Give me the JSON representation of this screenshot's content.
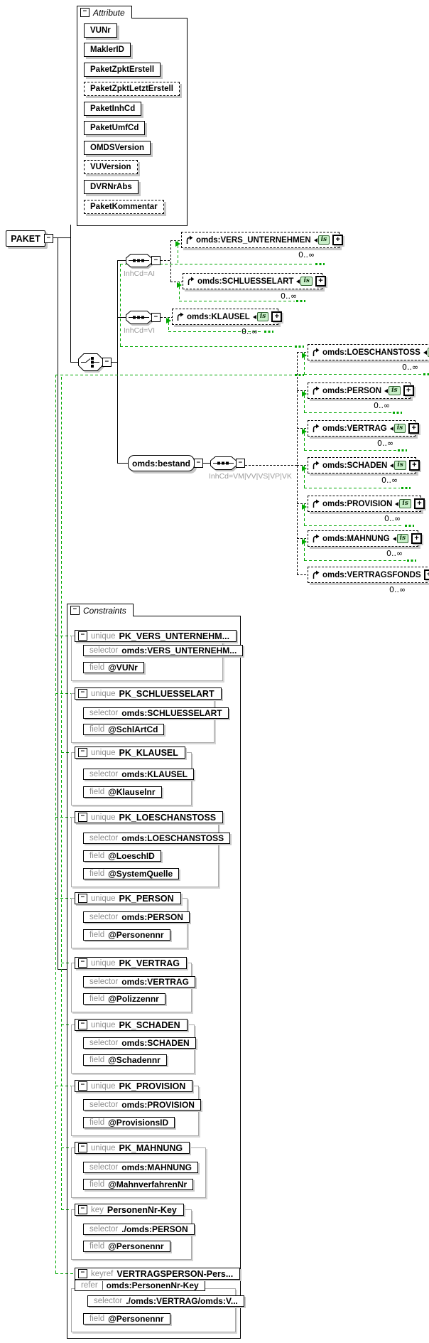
{
  "diagram": {
    "root": {
      "label": "PAKET"
    },
    "glyphs": {
      "collapse": "−",
      "expand": "+",
      "is_badge": "is"
    },
    "attributes": {
      "title": "Attribute",
      "items": [
        {
          "label": "VUNr",
          "optional": false
        },
        {
          "label": "MaklerID",
          "optional": false
        },
        {
          "label": "PaketZpktErstell",
          "optional": false
        },
        {
          "label": "PaketZpktLetztErstell",
          "optional": true
        },
        {
          "label": "PaketInhCd",
          "optional": false
        },
        {
          "label": "PaketUmfCd",
          "optional": false
        },
        {
          "label": "OMDSVersion",
          "optional": false
        },
        {
          "label": "VUVersion",
          "optional": true
        },
        {
          "label": "DVRNrAbs",
          "optional": false
        },
        {
          "label": "PaketKommentar",
          "optional": true
        }
      ]
    },
    "content_model": {
      "choice_branches": [
        {
          "type": "sequence",
          "condition": "InhCd=AI"
        },
        {
          "type": "sequence",
          "condition": "InhCd=VI"
        },
        {
          "type": "element",
          "label": "omds:bestand",
          "sequence_condition": "InhCd=VM|VV|VS|VP|VK"
        }
      ]
    },
    "elements": [
      {
        "label": "omds:VERS_UNTERNEHMEN",
        "occurs": "0..∞",
        "substitution": true
      },
      {
        "label": "omds:SCHLUESSELART",
        "occurs": "0..∞",
        "substitution": true
      },
      {
        "label": "omds:KLAUSEL",
        "occurs": "0..∞",
        "substitution": true
      },
      {
        "label": "omds:LOESCHANSTOSS",
        "occurs": "0..∞",
        "substitution": true
      },
      {
        "label": "omds:PERSON",
        "occurs": "0..∞",
        "substitution": true
      },
      {
        "label": "omds:VERTRAG",
        "occurs": "0..∞",
        "substitution": true
      },
      {
        "label": "omds:SCHADEN",
        "occurs": "0..∞",
        "substitution": true
      },
      {
        "label": "omds:PROVISION",
        "occurs": "0..∞",
        "substitution": true
      },
      {
        "label": "omds:MAHNUNG",
        "occurs": "0..∞",
        "substitution": true
      },
      {
        "label": "omds:VERTRAGSFONDS",
        "occurs": "0..∞",
        "substitution": false
      }
    ],
    "constraints": {
      "title": "Constraints",
      "keywords": {
        "selector": "selector",
        "field": "field",
        "refer": "refer"
      },
      "items": [
        {
          "kind": "unique",
          "name": "PK_VERS_UNTERNEHM...",
          "selector": "omds:VERS_UNTERNEHM...",
          "fields": [
            "@VUNr"
          ]
        },
        {
          "kind": "unique",
          "name": "PK_SCHLUESSELART",
          "selector": "omds:SCHLUESSELART",
          "fields": [
            "@SchlArtCd"
          ]
        },
        {
          "kind": "unique",
          "name": "PK_KLAUSEL",
          "selector": "omds:KLAUSEL",
          "fields": [
            "@Klauselnr"
          ]
        },
        {
          "kind": "unique",
          "name": "PK_LOESCHANSTOSS",
          "selector": "omds:LOESCHANSTOSS",
          "fields": [
            "@LoeschID",
            "@SystemQuelle"
          ]
        },
        {
          "kind": "unique",
          "name": "PK_PERSON",
          "selector": "omds:PERSON",
          "fields": [
            "@Personennr"
          ]
        },
        {
          "kind": "unique",
          "name": "PK_VERTRAG",
          "selector": "omds:VERTRAG",
          "fields": [
            "@Polizzennr"
          ]
        },
        {
          "kind": "unique",
          "name": "PK_SCHADEN",
          "selector": "omds:SCHADEN",
          "fields": [
            "@Schadennr"
          ]
        },
        {
          "kind": "unique",
          "name": "PK_PROVISION",
          "selector": "omds:PROVISION",
          "fields": [
            "@ProvisionsID"
          ]
        },
        {
          "kind": "unique",
          "name": "PK_MAHNUNG",
          "selector": "omds:MAHNUNG",
          "fields": [
            "@MahnverfahrenNr"
          ]
        },
        {
          "kind": "key",
          "name": "PersonenNr-Key",
          "selector": "./omds:PERSON",
          "fields": [
            "@Personennr"
          ]
        },
        {
          "kind": "keyref",
          "name": "VERTRAGSPERSON-Pers...",
          "refer": "omds:PersonenNr-Key",
          "selector": "./omds:VERTRAG/omds:V...",
          "fields": [
            "@Personennr"
          ]
        }
      ]
    },
    "colors": {
      "constraint_scope_green": "#00a800",
      "shadow_gray": "#c8c8c8",
      "label_gray": "#8f8f8f",
      "is_badge_bg": "#c9efc9"
    }
  }
}
